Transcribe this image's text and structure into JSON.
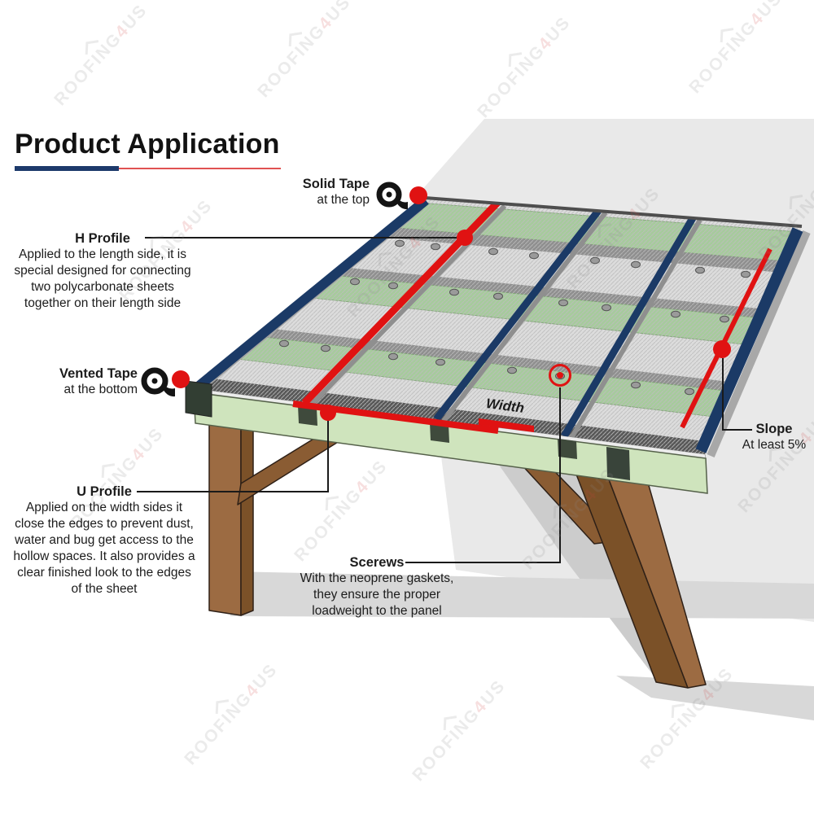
{
  "title": "Product Application",
  "watermark": {
    "part1": "ROOFING",
    "part2": "4",
    "part3": "US"
  },
  "labels": {
    "solid_tape": {
      "title": "Solid Tape",
      "subtitle": "at the top"
    },
    "vented_tape": {
      "title": "Vented Tape",
      "subtitle": "at the bottom"
    },
    "h_profile": {
      "title": "H Profile",
      "lines": [
        "Applied to the length side, it is",
        "special designed for connecting",
        "two polycarbonate sheets",
        "together on their length side"
      ]
    },
    "u_profile": {
      "title": "U Profile",
      "lines": [
        "Applied on the width sides it",
        "close the edges to prevent dust,",
        "water and bug get access to the",
        "hollow spaces. It also provides a",
        "clear finished look to the edges",
        "of the sheet"
      ]
    },
    "screws": {
      "title": "Scerews",
      "lines": [
        "With the neoprene gaskets,",
        "they ensure the proper",
        "loadweight to the panel"
      ]
    },
    "slope": {
      "title": "Slope",
      "subtitle": "At least 5%"
    },
    "width": {
      "text": "Width"
    }
  },
  "colors": {
    "accent_red": "#e01212",
    "profile_navy": "#1b3a66",
    "panel_gray": "#dcdcdc",
    "batten_green": "#a6cb9c",
    "beam_green": "#cfe4bd",
    "wood_brown": "#9c6b42",
    "wall_gray": "#e9e9e9",
    "underline_navy": "#1d3a6b",
    "underline_red": "#e05252"
  }
}
